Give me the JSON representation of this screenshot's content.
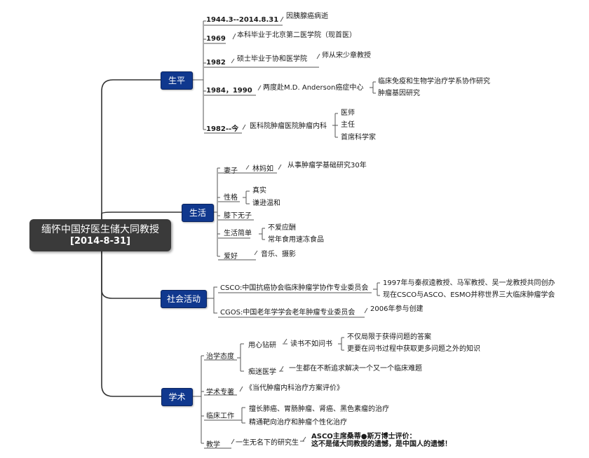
{
  "root": {
    "line1": "缅怀中国好医生储大同教授",
    "line2": "[2014-8-31]"
  },
  "branches": {
    "life": {
      "label": "生平",
      "items": [
        {
          "year": "1944.3--2014.8.31",
          "text": "因胰腺癌病逝"
        },
        {
          "year": "1969",
          "text": "本科毕业于北京第二医学院（现首医）"
        },
        {
          "year": "1982",
          "text": "硕士毕业于协和医学院",
          "sub": "师从宋少章教授"
        },
        {
          "year": "1984，1990",
          "text": "两度赴M.D. Anderson癌症中心",
          "subs": [
            "临床免疫和生物学治疗学系协作研究",
            "肿瘤基因研究"
          ]
        },
        {
          "year": "1982--今",
          "text": "医科院肿瘤医院肿瘤内科",
          "subs": [
            "医师",
            "主任",
            "首席科学家"
          ]
        }
      ]
    },
    "living": {
      "label": "生活",
      "wife": {
        "label": "妻子",
        "name": "林妈如",
        "detail": "从事肿瘤学基础研究30年"
      },
      "personality": {
        "label": "性格",
        "subs": [
          "真实",
          "谦逊温和"
        ]
      },
      "children": "膝下无子",
      "simple": {
        "label": "生活简单",
        "subs": [
          "不爱应酬",
          "常年食用速冻食品"
        ]
      },
      "hobby": {
        "label": "爱好",
        "text": "音乐、摄影"
      }
    },
    "social": {
      "label": "社会活动",
      "csco": {
        "text": "CSCO:中国抗癌协会临床肿瘤学协作专业委员会",
        "subs": [
          "1997年与秦叔逵教授、马军教授、吴一龙教授共同创办",
          "现在CSCO与ASCO、ESMO并称世界三大临床肿瘤学会"
        ]
      },
      "cgos": {
        "text": "CGOS:中国老年学学会老年肿瘤专业委员会",
        "sub": "2006年参与创建"
      }
    },
    "academic": {
      "label": "学术",
      "attitude": {
        "label": "治学态度",
        "diligent": "用心钻研",
        "read": "读书不如问书",
        "read_subs": [
          "不仅局限于获得问题的答案",
          "更要在问书过程中获取更多问题之外的知识"
        ],
        "obsessed": "痴迷医学",
        "obsessed_text": "一生都在不断追求解决一个又一个临床难题"
      },
      "works": {
        "label": "学术专著",
        "text": "《当代肿瘤内科治疗方案评价》"
      },
      "clinical": {
        "label": "临床工作",
        "subs": [
          "擅长肺癌、胃肠肿瘤、肾癌、黑色素瘤的治疗",
          "精通靶向治疗和肿瘤个性化治疗"
        ]
      },
      "teaching": {
        "label": "教学",
        "text": "一生无名下的研究生",
        "quote": [
          "ASCO主席桑蒂●斯万博士评价：",
          "这不是储大同教授的遗憾，是中国人的遗憾！"
        ]
      }
    }
  },
  "colors": {
    "root_bg": "#3a3a3a",
    "main_bg": "#10388e",
    "line": "#333333"
  }
}
